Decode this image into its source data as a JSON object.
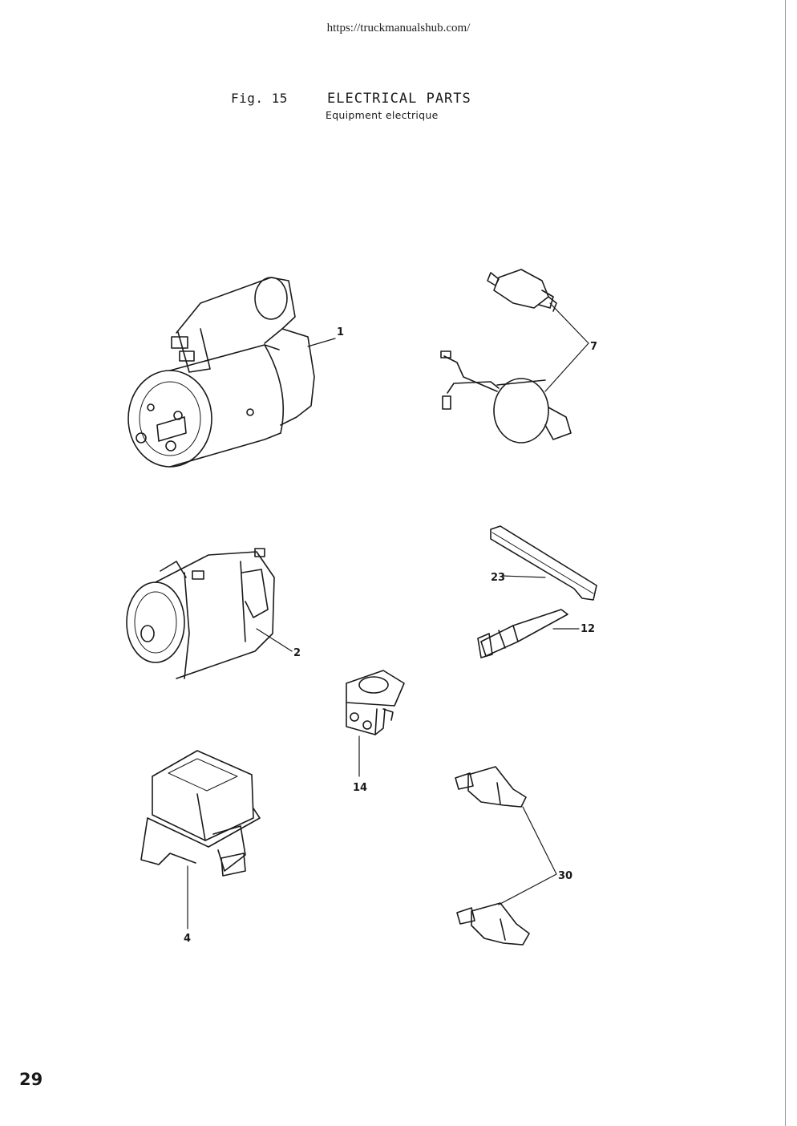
{
  "header": {
    "url": "https://truckmanualshub.com/"
  },
  "figure": {
    "number": "Fig. 15",
    "title": "ELECTRICAL PARTS",
    "subtitle": "Equipment electrique"
  },
  "callouts": [
    "1",
    "7",
    "23",
    "12",
    "2",
    "14",
    "4",
    "30"
  ],
  "page_number": "29"
}
